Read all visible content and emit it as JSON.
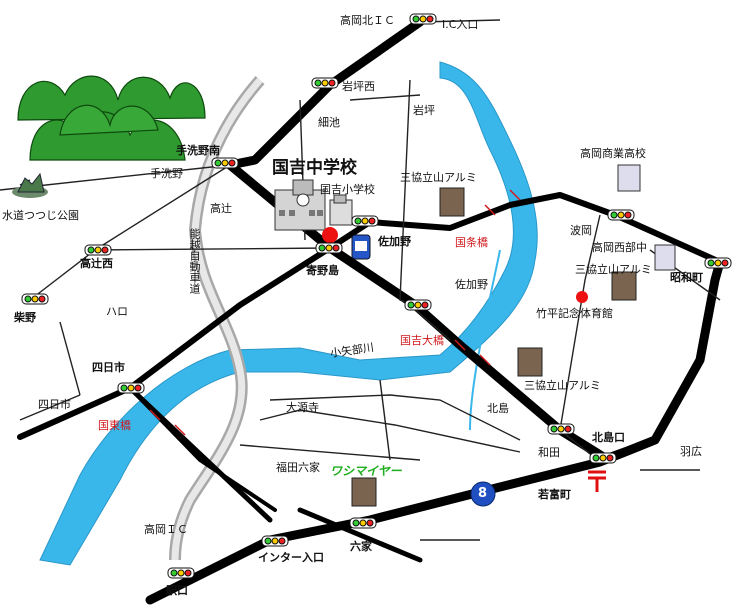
{
  "labels": {
    "ic_north": "高岡北ＩＣ",
    "ic_entrance": "I.C入口",
    "iwatsubo_nishi": "岩坪西",
    "iwatsubo": "岩坪",
    "hosoike": "細池",
    "tearai_nomiami": "手洗野南",
    "tearai_no": "手洗野",
    "takatsuji": "高辻",
    "takatsuji_nishi": "高辻西",
    "school": "国吉中学校",
    "elementary": "国吉小学校",
    "sankyo_1": "三協立山アルミ",
    "sankyo_2": "三協立山アルミ",
    "sankyo_3": "三協立山アルミ",
    "sakano": "佐加野",
    "sakano_area": "佐加野",
    "yorinojima": "寄野島",
    "kunijo_bridge": "国条橋",
    "takaoka_commerce": "高岡商業高校",
    "namioka": "波岡",
    "takaoka_west": "高岡西部中",
    "showa": "昭和町",
    "takehira": "竹平記念体育館",
    "hachiro": "ハロ",
    "shibano": "柴野",
    "yokkaichi": "四日市",
    "yokkaichi_area": "四日市",
    "oyabe_river": "小矢部川",
    "kuniyoshi_bridge": "国吉大橋",
    "kunihigashi_bridge": "国東橋",
    "ogenji": "大源寺",
    "kitajima": "北島",
    "kitajima_guchi": "北島口",
    "wada": "和田",
    "habiro": "羽広",
    "fukuda_rokka": "福田六家",
    "washimaiya": "ワシマイヤー",
    "wakatomi": "若富町",
    "takaoka_ic": "高岡ＩＣ",
    "inter_entrance": "インター入口",
    "rokka": "六家",
    "ekiguchi": "駅口",
    "expressway": "能越自動車道",
    "kougen_park": "水道つつじ公園",
    "route8": "8"
  },
  "colors": {
    "river": "#3ab7ea",
    "road": "#000000",
    "expressway": "#9a9a9a",
    "bridge": "#d0191c",
    "mountain": "#2f9a2f"
  }
}
